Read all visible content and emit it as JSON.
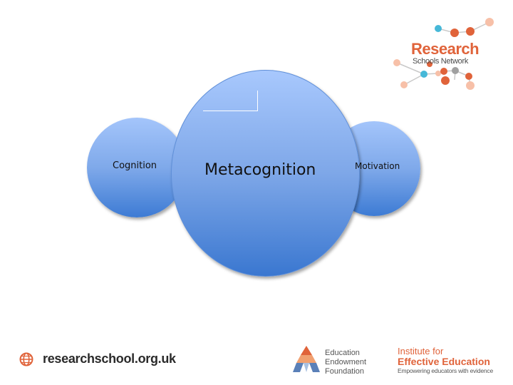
{
  "diagram": {
    "left_circle_label": "Cognition",
    "center_circle_label": "Metacognition",
    "right_circle_label": "Motivation"
  },
  "branding": {
    "rsn_title": "Research",
    "rsn_subtitle": "Schools Network",
    "website": "researchschool.org.uk",
    "eef_line1": "Education",
    "eef_line2": "Endowment",
    "eef_line3": "Foundation",
    "ife_line1": "Institute for",
    "ife_line2": "Effective Education",
    "ife_line3": "Empowering educators with evidence"
  },
  "colors": {
    "circle_fill": "#7fa9ea",
    "brand_orange": "#e0633a",
    "brand_teal": "#46b8d8"
  }
}
